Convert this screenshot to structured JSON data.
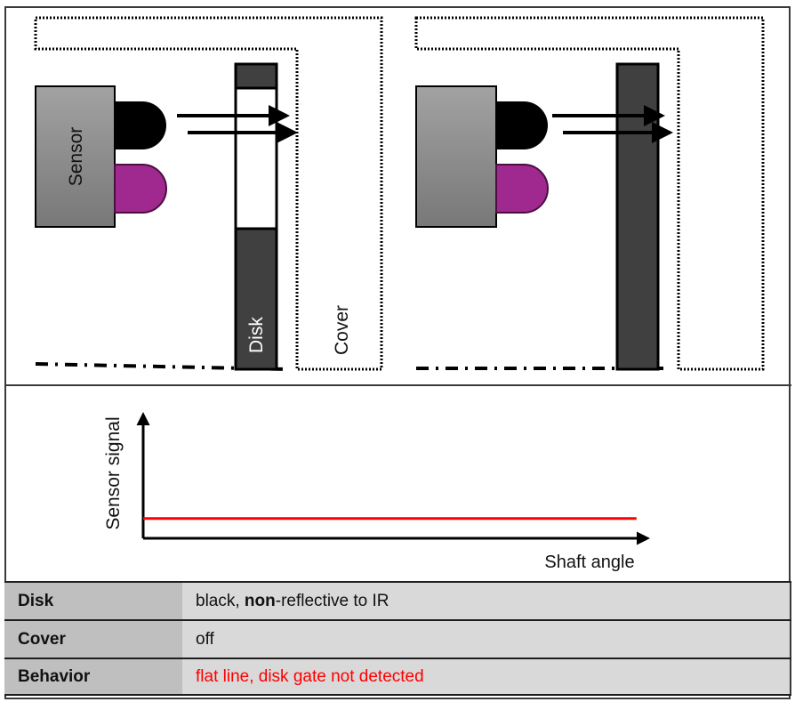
{
  "diagram": {
    "left_panel": {
      "sensor_label": "Sensor",
      "disk_label": "Disk",
      "cover_label": "Cover",
      "disk_state": "gate window open (white section)",
      "cover_state": "shown"
    },
    "right_panel": {
      "disk_state": "solid dark (no window)",
      "cover_state": "shown dotted"
    },
    "colors": {
      "emitter_led": "#000000",
      "receiver_led": "#a0298f",
      "receiver_led_stroke": "#4a0f40",
      "disk": "#404040",
      "sensor_top": "#a2a2a2",
      "sensor_bottom": "#787878"
    }
  },
  "chart_data": {
    "type": "line",
    "title": "",
    "xlabel": "Shaft angle",
    "ylabel": "Sensor signal",
    "x": [
      0,
      1
    ],
    "series": [
      {
        "name": "Sensor signal",
        "values": [
          0.15,
          0.15
        ],
        "color": "#ff0000"
      }
    ],
    "xlim": [
      0,
      1.04
    ],
    "ylim": [
      0,
      1
    ],
    "grid": false,
    "ticks": "none"
  },
  "table": {
    "rows": [
      {
        "label": "Disk",
        "value_pre": "black, ",
        "value_bold": "non",
        "value_post": "-reflective to IR",
        "status": "normal"
      },
      {
        "label": "Cover",
        "value_pre": "off",
        "value_bold": "",
        "value_post": "",
        "status": "normal"
      },
      {
        "label": "Behavior",
        "value_pre": "flat line, disk gate not detected",
        "value_bold": "",
        "value_post": "",
        "status": "error"
      }
    ],
    "error_color": "#ff0000"
  }
}
